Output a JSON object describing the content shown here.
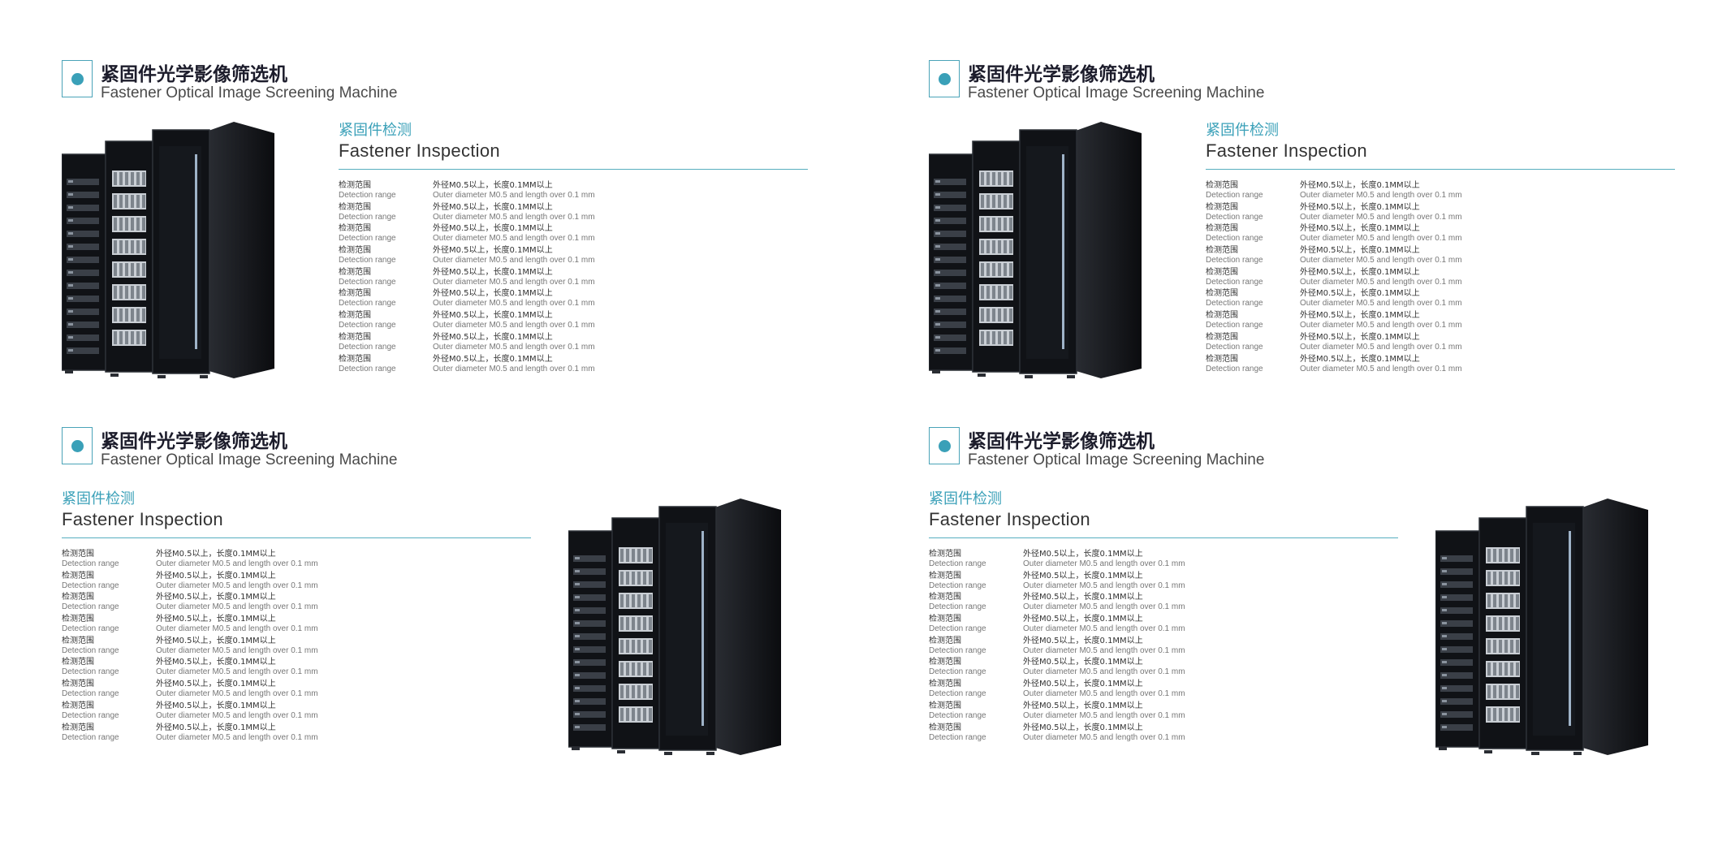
{
  "colors": {
    "accent": "#3aa0b8",
    "title": "#1c1c2b",
    "text": "#333333",
    "muted": "#777777"
  },
  "brand": {
    "title_cn": "紧固件光学影像筛选机",
    "title_en": "Fastener Optical Image Screening Machine",
    "logo_icon": "circle-in-square-icon"
  },
  "spec": {
    "title_cn": "紧固件检测",
    "title_en": "Fastener Inspection",
    "rows": [
      {
        "label_cn": "检测范围",
        "label_en": "Detection range",
        "value_cn": "外径M0.5以上，长度0.1MM以上",
        "value_en": "Outer diameter M0.5 and length over 0.1 mm"
      },
      {
        "label_cn": "检测范围",
        "label_en": "Detection range",
        "value_cn": "外径M0.5以上，长度0.1MM以上",
        "value_en": "Outer diameter M0.5 and length over 0.1 mm"
      },
      {
        "label_cn": "检测范围",
        "label_en": "Detection range",
        "value_cn": "外径M0.5以上，长度0.1MM以上",
        "value_en": "Outer diameter M0.5 and length over 0.1 mm"
      },
      {
        "label_cn": "检测范围",
        "label_en": "Detection range",
        "value_cn": "外径M0.5以上，长度0.1MM以上",
        "value_en": "Outer diameter M0.5 and length over 0.1 mm"
      },
      {
        "label_cn": "检测范围",
        "label_en": "Detection range",
        "value_cn": "外径M0.5以上，长度0.1MM以上",
        "value_en": "Outer diameter M0.5 and length over 0.1 mm"
      },
      {
        "label_cn": "检测范围",
        "label_en": "Detection range",
        "value_cn": "外径M0.5以上，长度0.1MM以上",
        "value_en": "Outer diameter M0.5 and length over 0.1 mm"
      },
      {
        "label_cn": "检测范围",
        "label_en": "Detection range",
        "value_cn": "外径M0.5以上，长度0.1MM以上",
        "value_en": "Outer diameter M0.5 and length over 0.1 mm"
      },
      {
        "label_cn": "检测范围",
        "label_en": "Detection range",
        "value_cn": "外径M0.5以上，长度0.1MM以上",
        "value_en": "Outer diameter M0.5 and length over 0.1 mm"
      },
      {
        "label_cn": "检测范围",
        "label_en": "Detection range",
        "value_cn": "外径M0.5以上，长度0.1MM以上",
        "value_en": "Outer diameter M0.5 and length over 0.1 mm"
      }
    ]
  },
  "machine": {
    "icon": "server-cabinet-icon"
  }
}
